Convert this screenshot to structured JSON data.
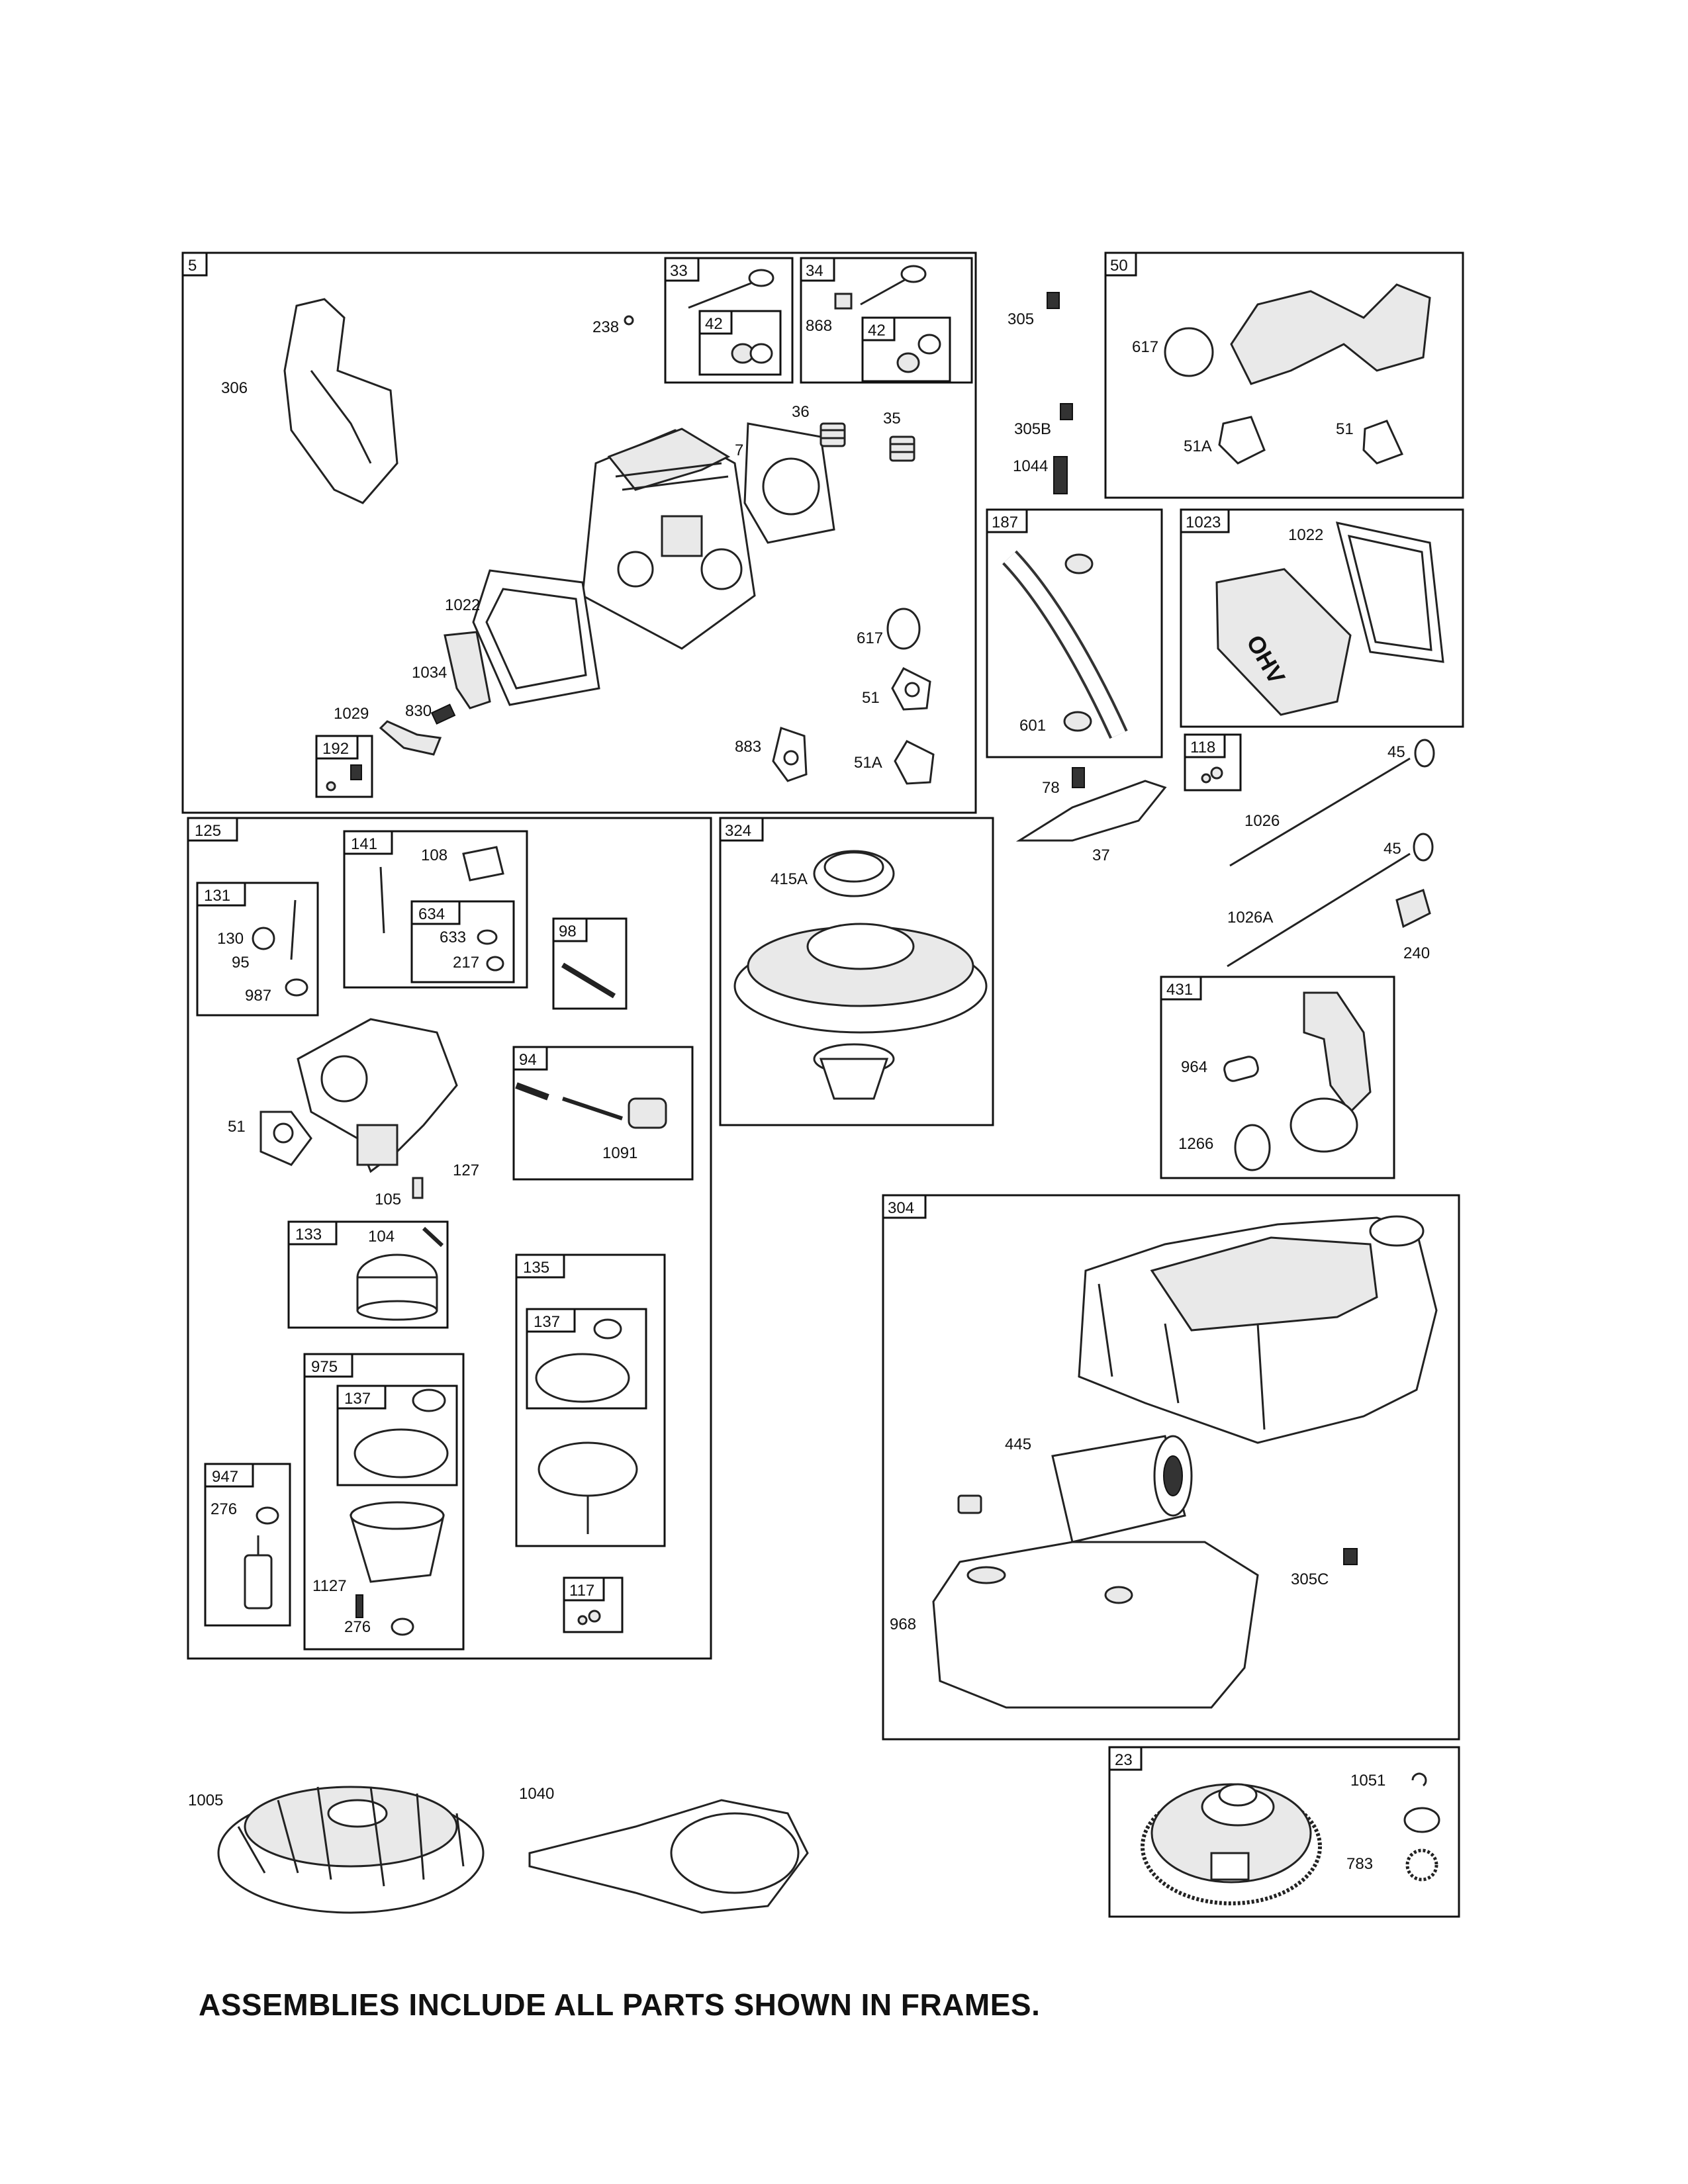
{
  "caption": "ASSEMBLIES INCLUDE ALL PARTS SHOWN IN FRAMES.",
  "frames": [
    "5",
    "33",
    "42",
    "34",
    "42",
    "50",
    "187",
    "1023",
    "192",
    "118",
    "125",
    "141",
    "131",
    "634",
    "98",
    "94",
    "324",
    "431",
    "304",
    "133",
    "135",
    "137",
    "975",
    "137",
    "947",
    "117",
    "23"
  ],
  "labels": [
    "238",
    "868",
    "305",
    "617",
    "306",
    "36",
    "35",
    "7",
    "305B",
    "51A",
    "51",
    "1044",
    "1022",
    "617",
    "51",
    "1034",
    "1029",
    "830",
    "883",
    "51A",
    "601",
    "1022",
    "78",
    "37",
    "45",
    "1026",
    "45",
    "1026A",
    "240",
    "108",
    "130",
    "95",
    "987",
    "633",
    "217",
    "415A",
    "964",
    "1266",
    "51",
    "127",
    "105",
    "1091",
    "104",
    "445",
    "305C",
    "968",
    "276",
    "1127",
    "276",
    "1005",
    "1040",
    "1051",
    "783"
  ],
  "icons": [
    "cylinder-head",
    "valve",
    "valve-spring",
    "gasket",
    "carburetor",
    "air-cleaner-base",
    "blower-housing",
    "flywheel",
    "air-filter",
    "fuel-line"
  ]
}
